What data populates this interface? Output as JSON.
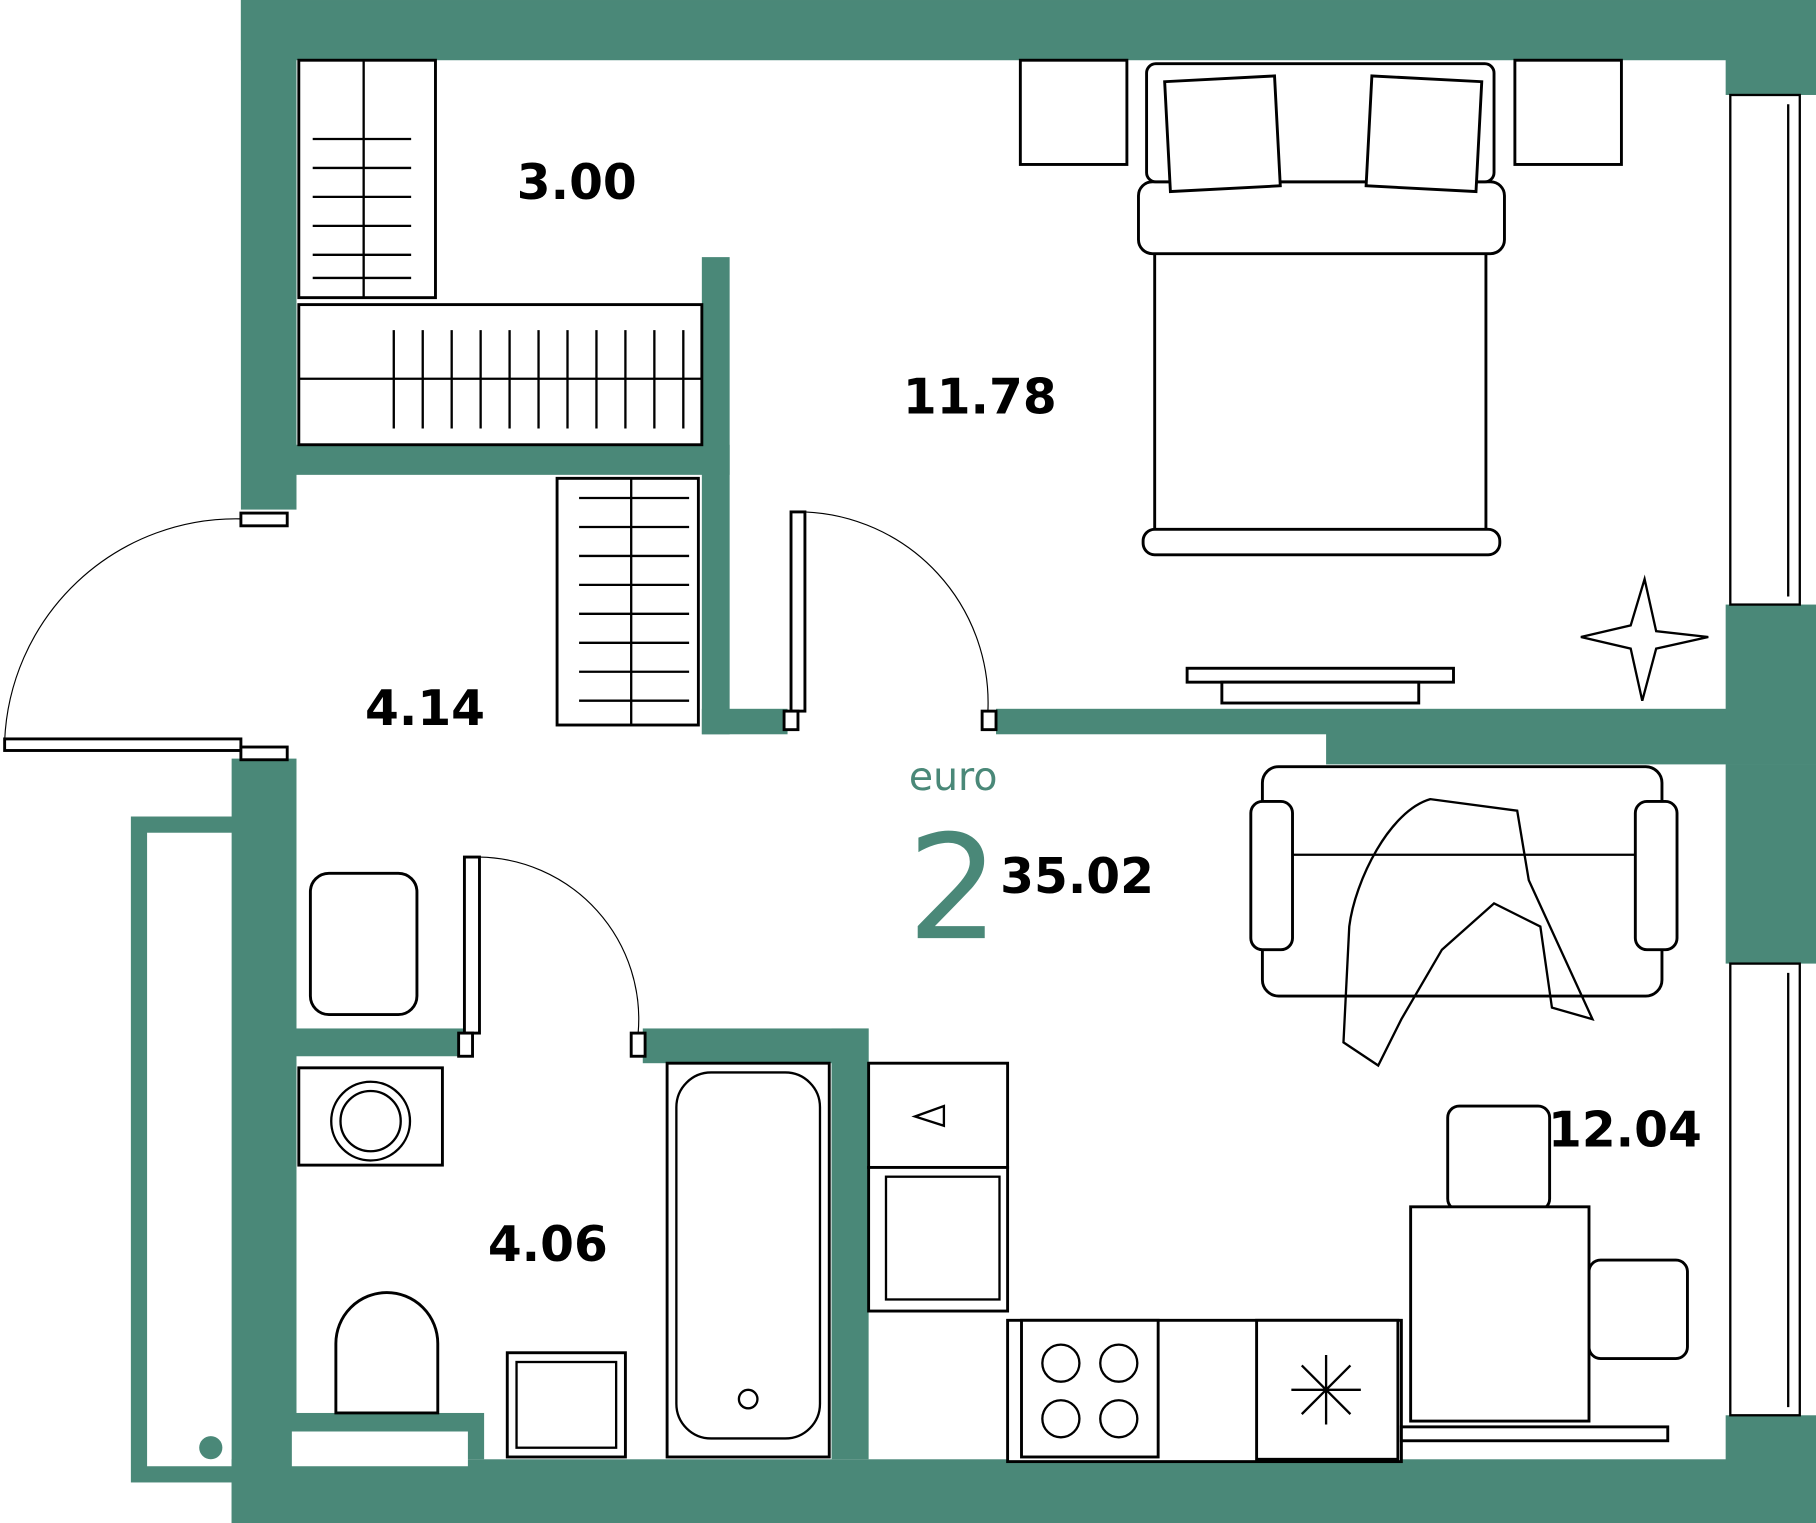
{
  "plan": {
    "type_label": "euro",
    "rooms_count": "2",
    "total_area": "35.02",
    "accent_color": "#4a8878",
    "rooms": [
      {
        "name": "storage",
        "area": "3.00"
      },
      {
        "name": "bedroom",
        "area": "11.78"
      },
      {
        "name": "hallway",
        "area": "4.14"
      },
      {
        "name": "bathroom",
        "area": "4.06"
      },
      {
        "name": "kitchen-living",
        "area": "12.04"
      }
    ]
  }
}
